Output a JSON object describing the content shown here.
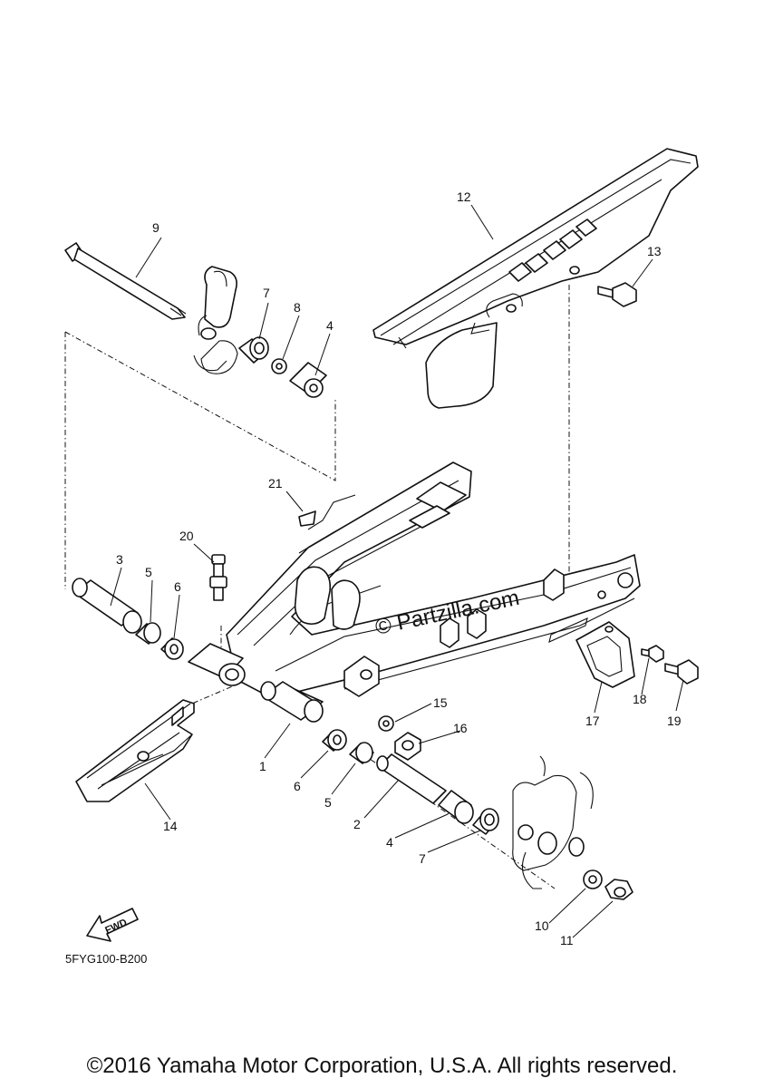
{
  "diagram": {
    "code": "5FYG100-B200",
    "watermark": "© Partzilla.com",
    "fwd_label": "FWD",
    "copyright": "©2016 Yamaha Motor Corporation, U.S.A. All rights reserved.",
    "callouts": [
      "1",
      "2",
      "3",
      "4",
      "4",
      "5",
      "5",
      "6",
      "6",
      "7",
      "7",
      "8",
      "9",
      "10",
      "11",
      "12",
      "13",
      "14",
      "15",
      "16",
      "17",
      "18",
      "19",
      "20",
      "21"
    ]
  }
}
